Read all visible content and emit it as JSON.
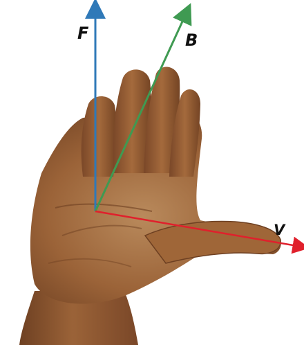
{
  "figure": {
    "vectors": [
      {
        "id": "F",
        "label": "F",
        "color": "#2f79b8"
      },
      {
        "id": "B",
        "label": "B",
        "color": "#3f9a52"
      },
      {
        "id": "V",
        "label": "V",
        "color": "#e0202c"
      }
    ],
    "colors": {
      "skin_base": "#9b6338",
      "skin_light": "#b97d4c",
      "skin_dark": "#6e4022",
      "palm_light": "#b98a5c",
      "sleeve": "#ffffff"
    },
    "icons": [
      "right-hand-illustration"
    ]
  }
}
